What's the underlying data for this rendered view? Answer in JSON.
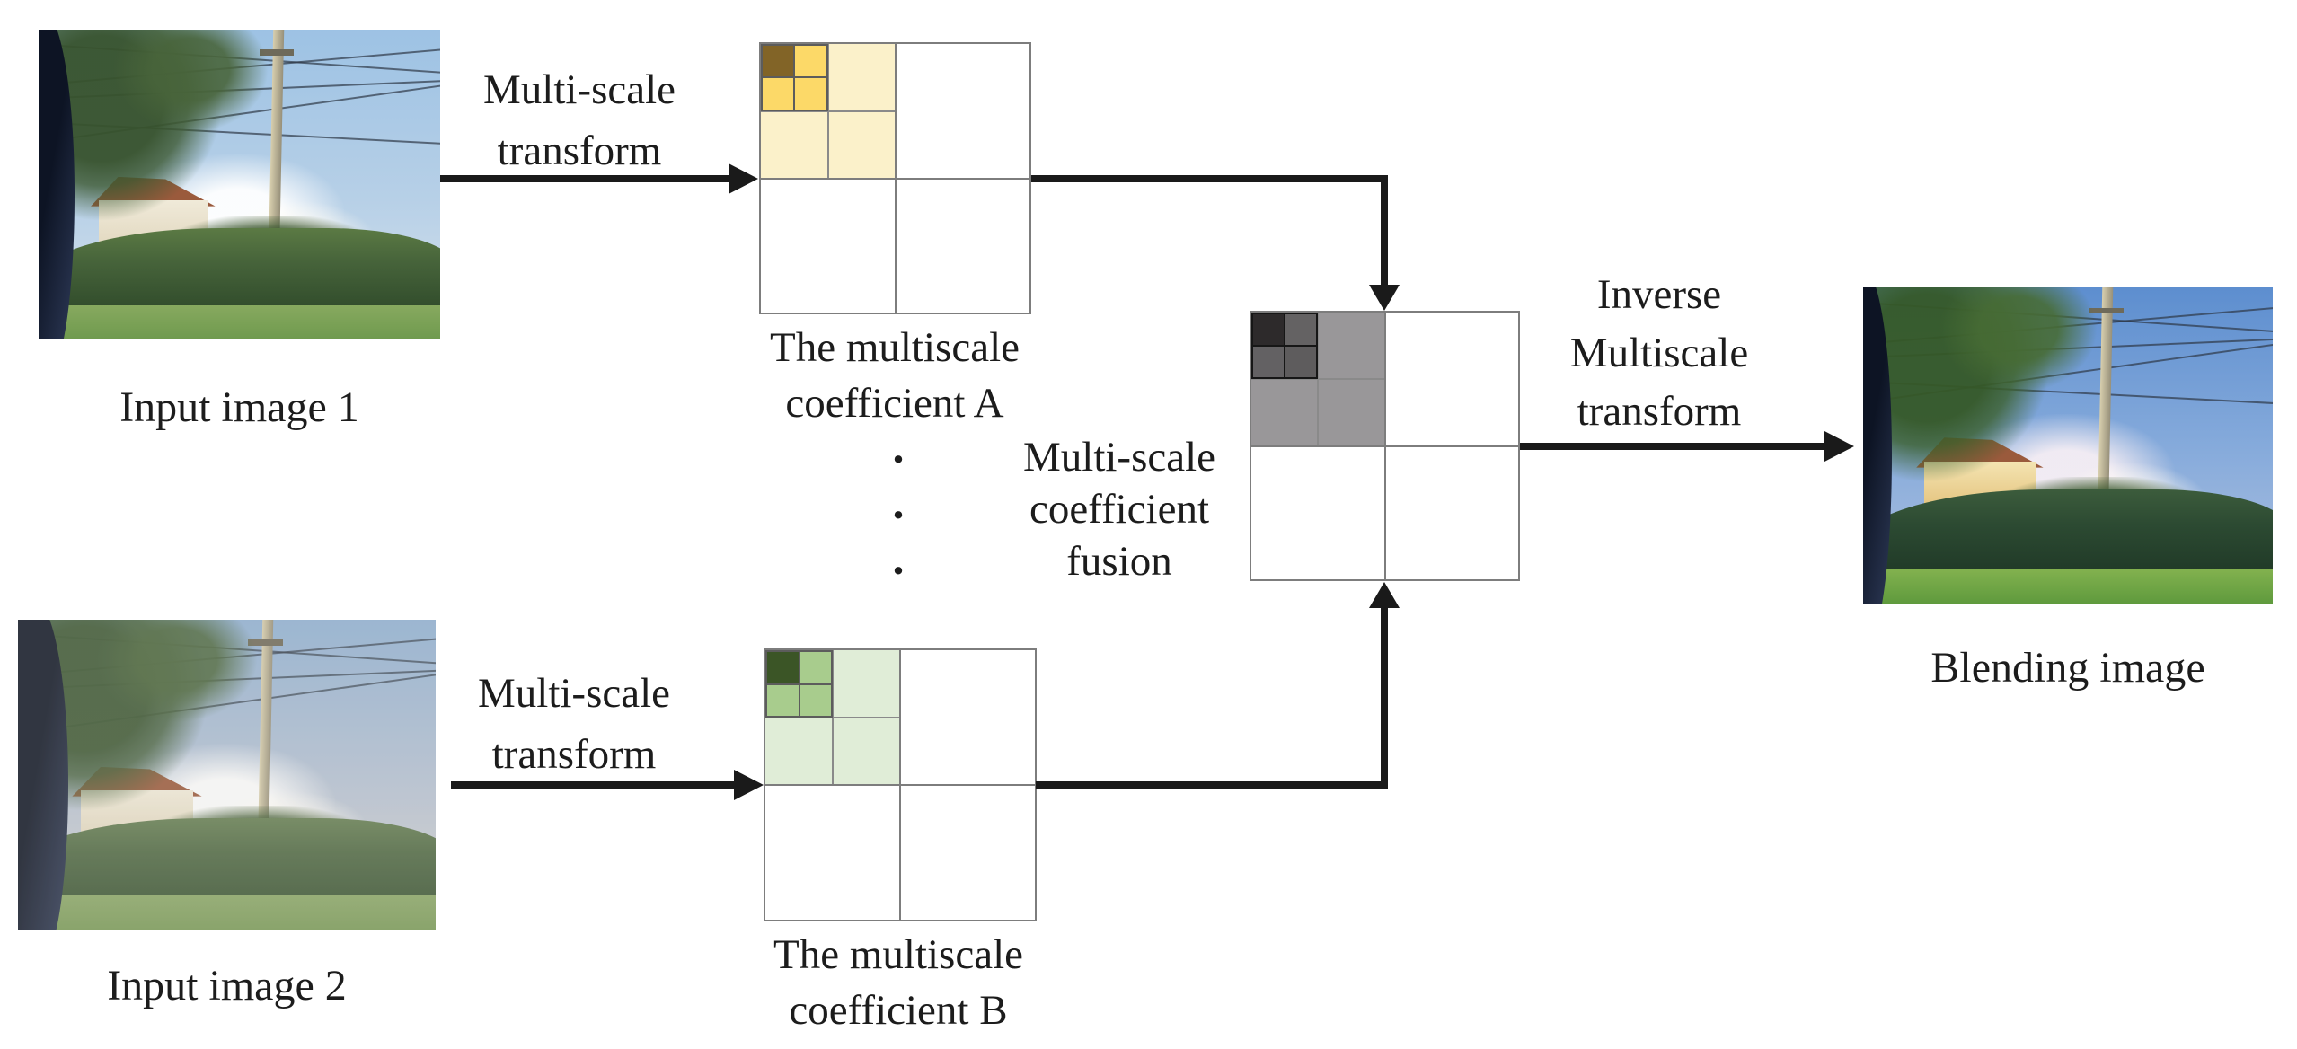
{
  "nodes": {
    "input1": {
      "label": "Input image 1"
    },
    "input2": {
      "label": "Input image 2"
    },
    "blending": {
      "label": "Blending image"
    },
    "transform_top": {
      "line1": "Multi-scale",
      "line2": "transform"
    },
    "transform_bottom": {
      "line1": "Multi-scale",
      "line2": "transform"
    },
    "coeffA": {
      "line1": "The multiscale",
      "line2": "coefficient A"
    },
    "coeffB": {
      "line1": "The multiscale",
      "line2": "coefficient B"
    },
    "fusion": {
      "line1": "Multi-scale",
      "line2": "coefficient",
      "line3": "fusion"
    },
    "inverse": {
      "line1": "Inverse",
      "line2": "Multiscale",
      "line3": "transform"
    },
    "ellipsis_dot": "."
  },
  "palette": {
    "arrow": "#1a1a1a",
    "grid_line": "#7d7d7d",
    "gridA_pale": "#fbf1ca",
    "gridA_mid": "#fcd968",
    "gridA_deep": "#826427",
    "gridB_pale": "#e0edd7",
    "gridB_mid": "#a8cc8d",
    "gridB_deep": "#3b5526",
    "gridF_pale": "#999799",
    "gridF_tl": "#2d2a2b",
    "gridF_tr": "#646263",
    "gridF_bl": "#636163",
    "gridF_br": "#5e5c5d"
  }
}
